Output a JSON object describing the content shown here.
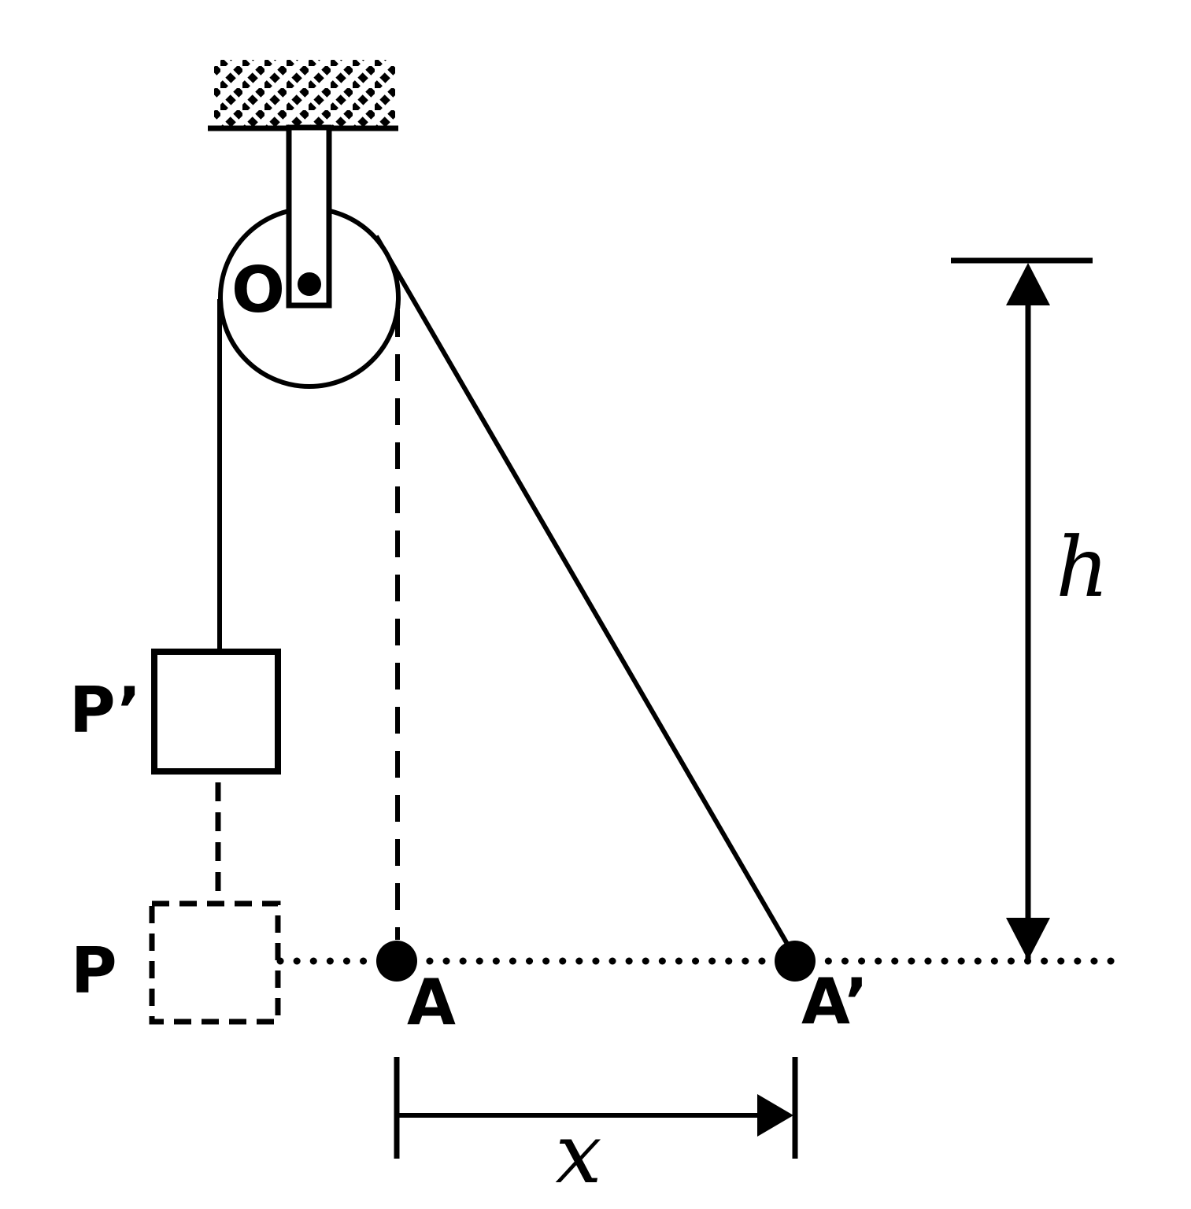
{
  "diagram": {
    "type": "physics-pulley-figure",
    "colors": {
      "ink": "#000000",
      "background": "#ffffff"
    },
    "labels": {
      "pulley_axle": "O",
      "weight_final": "P’",
      "weight_initial": "P",
      "point_initial": "A",
      "point_final": "A’",
      "height_dimension": "h",
      "displacement_dimension": "x"
    }
  }
}
